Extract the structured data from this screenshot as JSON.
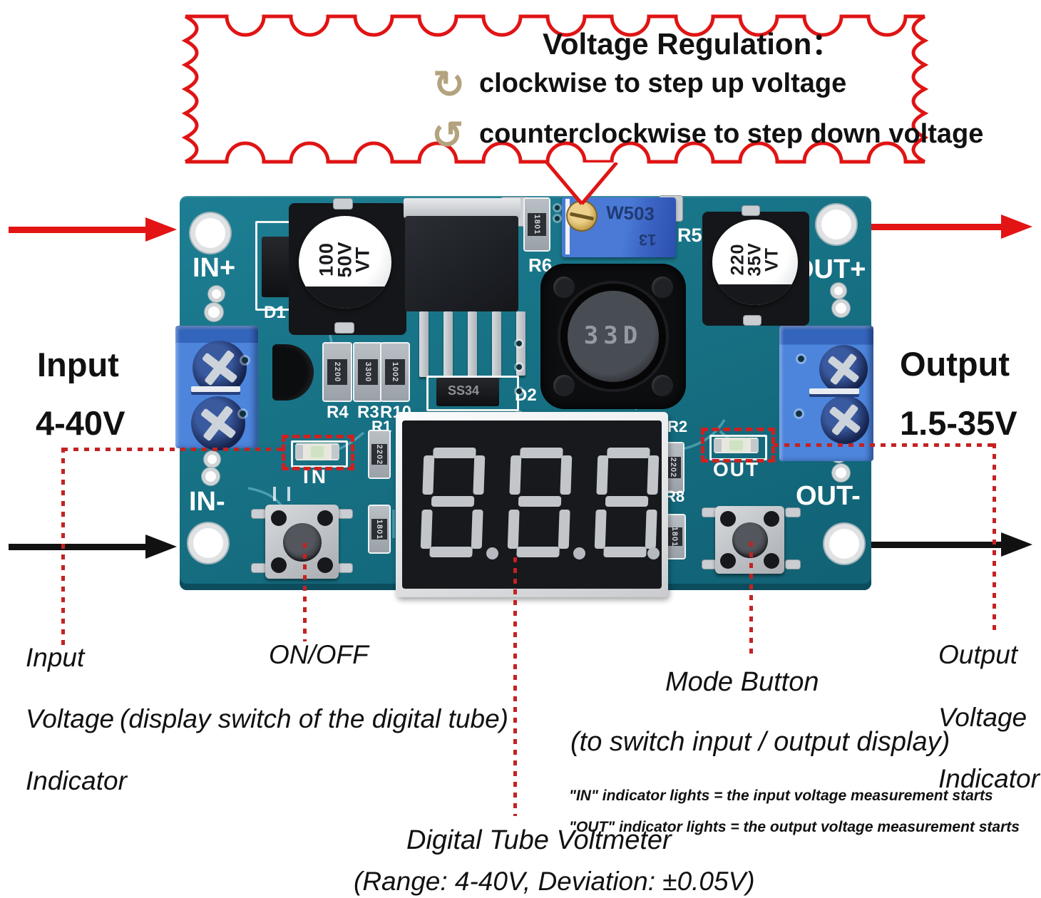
{
  "callout": {
    "title": "Voltage Regulation：",
    "item1": "clockwise to step up voltage",
    "item2": "counterclockwise to step down voltage",
    "icon1": "↻",
    "icon2": "↺"
  },
  "flow": {
    "input_title": "Input",
    "input_range": "4-40V",
    "output_title": "Output",
    "output_range": "1.5-35V"
  },
  "board": {
    "silk": {
      "in_plus": "IN+",
      "in_minus": "IN-",
      "out_plus": "OUT+",
      "out_minus": "OUT-",
      "d1": "D1",
      "d2": "D2",
      "r1": "R1",
      "r2": "R2",
      "r3": "R3",
      "r4": "R4",
      "r5": "R5",
      "r6": "R6",
      "r8": "R8",
      "r10": "R10",
      "in_led": "IN",
      "out_led": "OUT"
    },
    "parts": {
      "input_cap_l1": "100",
      "input_cap_l2": "50V",
      "input_cap_l3": "VT",
      "output_cap_l1": "220",
      "output_cap_l2": "35V",
      "output_cap_l3": "VT",
      "inductor_code": "33D",
      "pot_code": "W503",
      "pot_sub": "13",
      "diode2_code": "SS34",
      "smd_left_top": "2202",
      "smd_left_bottom": "1801",
      "smd_right_top": "2202",
      "smd_right_bottom": "1801",
      "r4_code": "2200",
      "r3_code": "3300",
      "r10_code": "1002",
      "r6_code": "1801"
    },
    "display_state": "all segments off (888)"
  },
  "annotations": {
    "input_ind_1": "Input",
    "input_ind_2": "Voltage",
    "input_ind_3": "Indicator",
    "onoff_title": "ON/OFF",
    "onoff_sub": "(display switch of the digital tube)",
    "mode_title": "Mode Button",
    "mode_sub": "(to switch input / output display)",
    "mode_note_in": "\"IN\" indicator lights = the input voltage measurement starts",
    "mode_note_out": "\"OUT\" indicator lights = the output voltage measurement starts",
    "output_ind_1": "Output",
    "output_ind_2": "Voltage",
    "output_ind_3": "Indicator",
    "voltmeter_title": "Digital Tube Voltmeter",
    "voltmeter_sub": "(Range: 4-40V, Deviation: ±0.05V)"
  },
  "colors": {
    "callout_border": "#e01414",
    "leader_red": "#c42222",
    "arrow_red": "#e31414",
    "arrow_black": "#111111",
    "icon_tan": "#b3a37e",
    "board_teal": "#177184",
    "terminal_blue": "#4d85dc",
    "pot_blue": "#4a7ad6",
    "segment_gray": "#c2c6cb"
  }
}
